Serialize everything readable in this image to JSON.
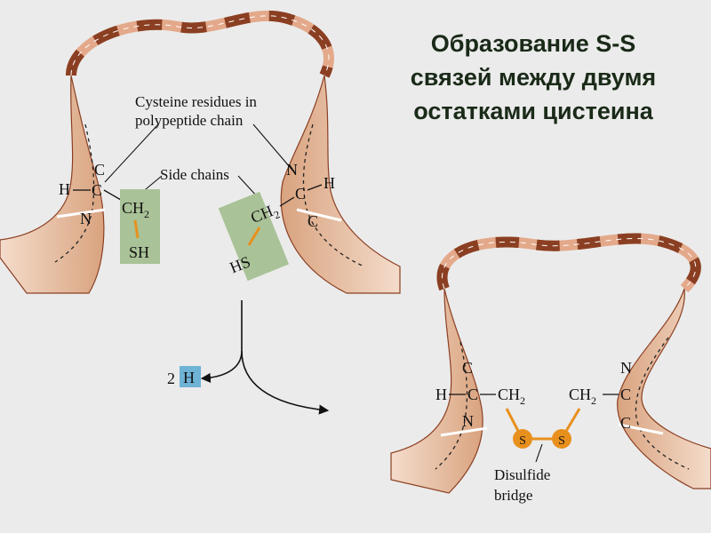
{
  "title": {
    "line1": "Образование S-S",
    "line2": "связей между двумя",
    "line3": "остатками цистеина"
  },
  "labels": {
    "cysteine_line1": "Cysteine residues in",
    "cysteine_line2": "polypeptide chain",
    "side_chains": "Side chains",
    "disulfide_line1": "Disulfide",
    "disulfide_line2": "bridge"
  },
  "atoms": {
    "H": "H",
    "C": "C",
    "N": "N",
    "CH": "CH",
    "sub2": "2",
    "SH": "SH",
    "HS": "HS",
    "S": "S"
  },
  "product": {
    "count": "2",
    "symbol": "H"
  },
  "colors": {
    "ribbon_dark": "#8b3f22",
    "ribbon_light": "#e3a98a",
    "strand_fill": "#e6b898",
    "side_chain_box": "#a9c297",
    "sulfur": "#e8901e",
    "hydrogen_box": "#6fb3d6",
    "background": "#ebebeb"
  }
}
